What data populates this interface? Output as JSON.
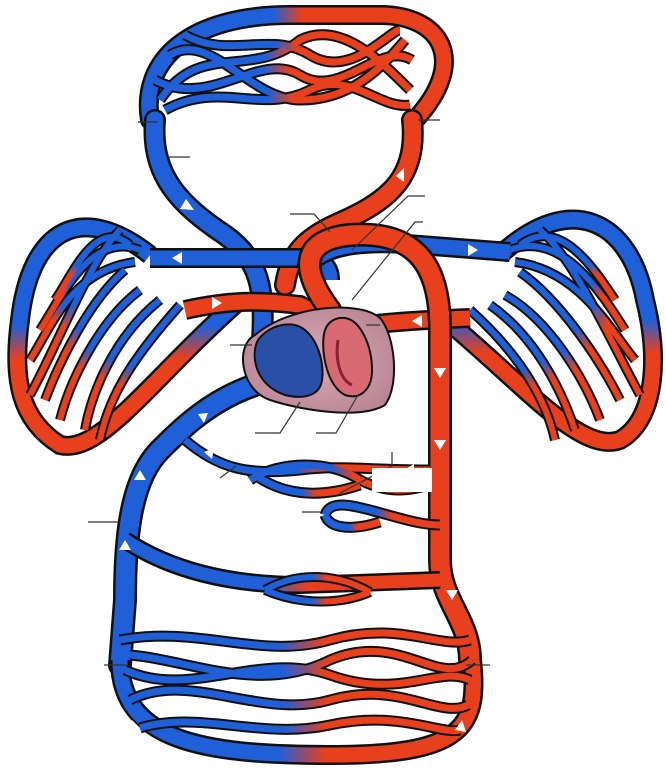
{
  "diagram": {
    "colors": {
      "deoxygenated": "#1f5fd8",
      "oxygenated": "#e8401c",
      "outline": "#1a1a1a",
      "heart_fill": "#c89aa8",
      "heart_left": "#d97a86",
      "right_heart": "#2a4fa6",
      "arrow": "#ffffff",
      "leader": "#333333",
      "background": "#ffffff"
    },
    "labels": [
      {
        "id": "vena-cava-superior",
        "text": ""
      },
      {
        "id": "head-veins",
        "text": ""
      },
      {
        "id": "head-arteries",
        "text": ""
      },
      {
        "id": "aortic-arch",
        "text": ""
      },
      {
        "id": "pulmonary-artery",
        "text": ""
      },
      {
        "id": "pulmonary-vein",
        "text": ""
      },
      {
        "id": "right-atrium",
        "text": ""
      },
      {
        "id": "left-atrium",
        "text": ""
      },
      {
        "id": "right-ventricle",
        "text": ""
      },
      {
        "id": "left-ventricle",
        "text": ""
      },
      {
        "id": "hepatic-vein",
        "text": ""
      },
      {
        "id": "hepatic-artery",
        "text": ""
      },
      {
        "id": "inferior-vena-cava",
        "text": ""
      },
      {
        "id": "leg-veins",
        "text": ""
      },
      {
        "id": "leg-arteries",
        "text": ""
      },
      {
        "id": "gut-portal",
        "text": ""
      }
    ]
  }
}
